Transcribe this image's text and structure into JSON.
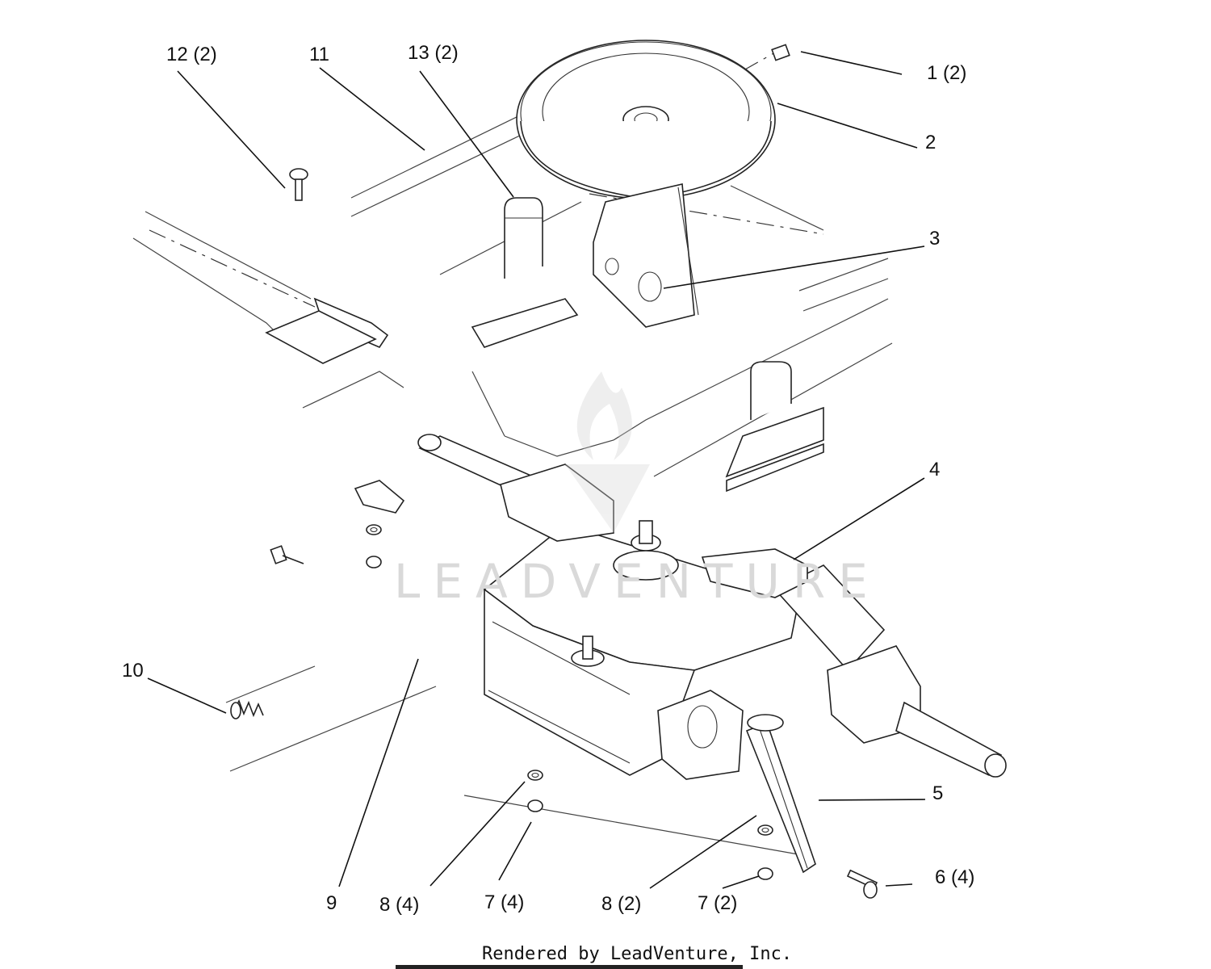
{
  "callouts": [
    {
      "id": "c1",
      "label": "1 (2)"
    },
    {
      "id": "c2",
      "label": "2"
    },
    {
      "id": "c3",
      "label": "3"
    },
    {
      "id": "c4",
      "label": "4"
    },
    {
      "id": "c5",
      "label": "5"
    },
    {
      "id": "c6",
      "label": "6 (4)"
    },
    {
      "id": "c7a",
      "label": "7 (4)"
    },
    {
      "id": "c7b",
      "label": "7 (2)"
    },
    {
      "id": "c8a",
      "label": "8 (4)"
    },
    {
      "id": "c8b",
      "label": "8 (2)"
    },
    {
      "id": "c9",
      "label": "9"
    },
    {
      "id": "c10",
      "label": "10"
    },
    {
      "id": "c11",
      "label": "11"
    },
    {
      "id": "c12",
      "label": "12 (2)"
    },
    {
      "id": "c13",
      "label": "13 (2)"
    }
  ],
  "watermark": {
    "text": "LEADVENTURE",
    "icon": "flame-logo-icon"
  },
  "footer": {
    "credit": "Rendered by LeadVenture, Inc."
  }
}
